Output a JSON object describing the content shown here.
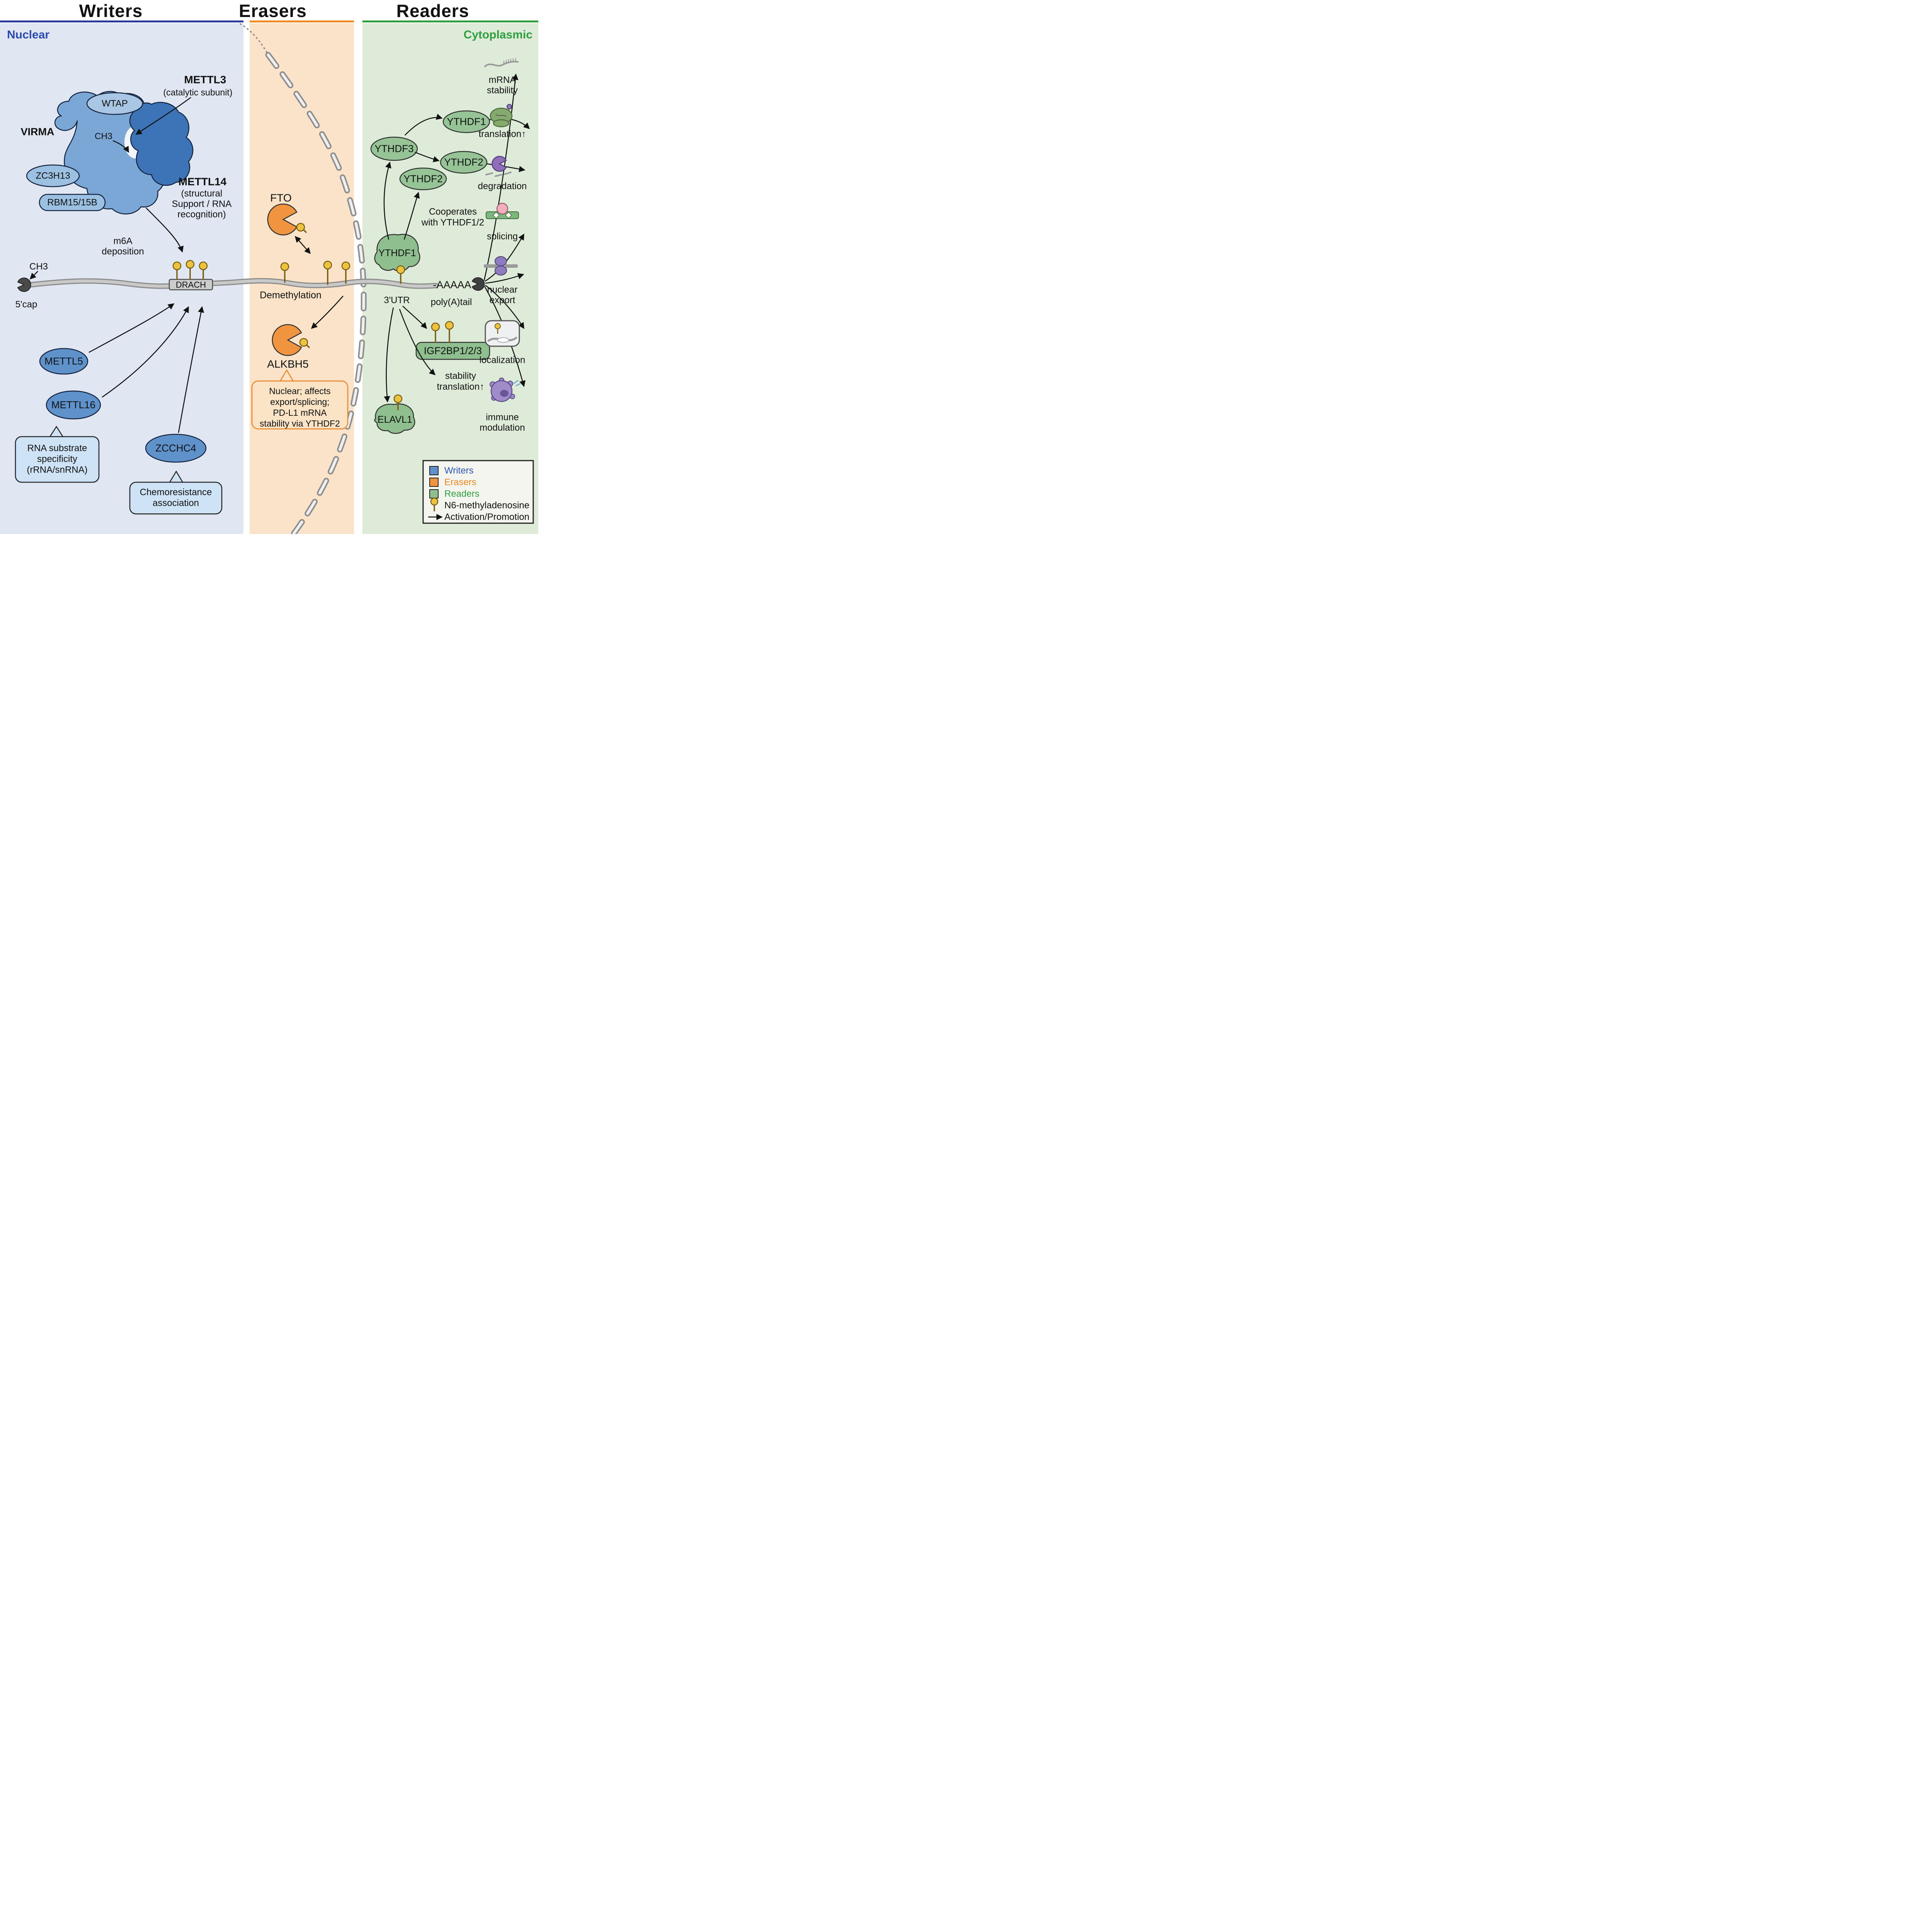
{
  "titles": {
    "writers": "Writers",
    "erasers": "Erasers",
    "readers": "Readers"
  },
  "compartments": {
    "nuclear": "Nuclear",
    "cytoplasmic": "Cytoplasmic"
  },
  "writers": {
    "wtap": "WTAP",
    "virma": "VIRMA",
    "ch3_pocket": "CH3",
    "zc3h13": "ZC3H13",
    "rbm15": "RBM15/15B",
    "mettl3": "METTL3",
    "mettl3_note": "(catalytic subunit)",
    "mettl14": "METTL14",
    "mettl14_note1": "(structural",
    "mettl14_note2": "Support / RNA",
    "mettl14_note3": "recognition)",
    "m6a1": "m6A",
    "m6a2": "deposition",
    "ch3_cap": "CH3",
    "cap": "5'cap",
    "drach": "DRACH",
    "mettl5": "METTL5",
    "mettl16": "METTL16",
    "zcchc4": "ZCCHC4",
    "rna_note1": "RNA substrate",
    "rna_note2": "specificity",
    "rna_note3": "(rRNA/snRNA)",
    "chemo1": "Chemoresistance",
    "chemo2": "association"
  },
  "erasers": {
    "fto": "FTO",
    "demethylation": "Demethylation",
    "alkbh5": "ALKBH5",
    "note1": "Nuclear; affects",
    "note2": "export/splicing;",
    "note3": "PD-L1 mRNA",
    "note4": "stability via YTHDF2"
  },
  "readers": {
    "ythdf3": "YTHDF3",
    "ythdf1_top": "YTHDF1",
    "ythdf2_a": "YTHDF2",
    "ythdf2_b": "YTHDF2",
    "coop1": "Cooperates",
    "coop2": "with YTHDF1/2",
    "ythdf1_reader": "YTHDF1",
    "aaaaa": "-AAAAA",
    "utr": "3'UTR",
    "polya": "poly(A)tail",
    "igf2bp": "IGF2BP1/2/3",
    "stab1": "stability",
    "stab2": "translation↑",
    "elavl1": "ELAVL1"
  },
  "outputs": {
    "mrna1": "mRNA",
    "mrna2": "stability",
    "translation": "translation↑",
    "degradation": "degradation",
    "splicing": "splicing",
    "nexport1": "nuclear",
    "nexport2": "export",
    "localization": "localization",
    "immune1": "immune",
    "immune2": "modulation"
  },
  "legend": {
    "writers": "Writers",
    "erasers": "Erasers",
    "readers": "Readers",
    "m6a": "N6-methyladenosine",
    "activation": "Activation/Promotion"
  },
  "colors": {
    "writers_bg": "#e0e6f2",
    "erasers_bg": "#fae3c8",
    "readers_bg": "#deebd9",
    "writers_accent": "#2b3a9c",
    "erasers_accent": "#f08a1e",
    "readers_accent": "#2f9e3f",
    "writer_protein": "#5f92cb",
    "eraser_protein": "#f0943f",
    "reader_protein": "#8fbf8f",
    "m6a_yellow": "#ecc23e",
    "rna_gray": "#b5b5b5"
  }
}
